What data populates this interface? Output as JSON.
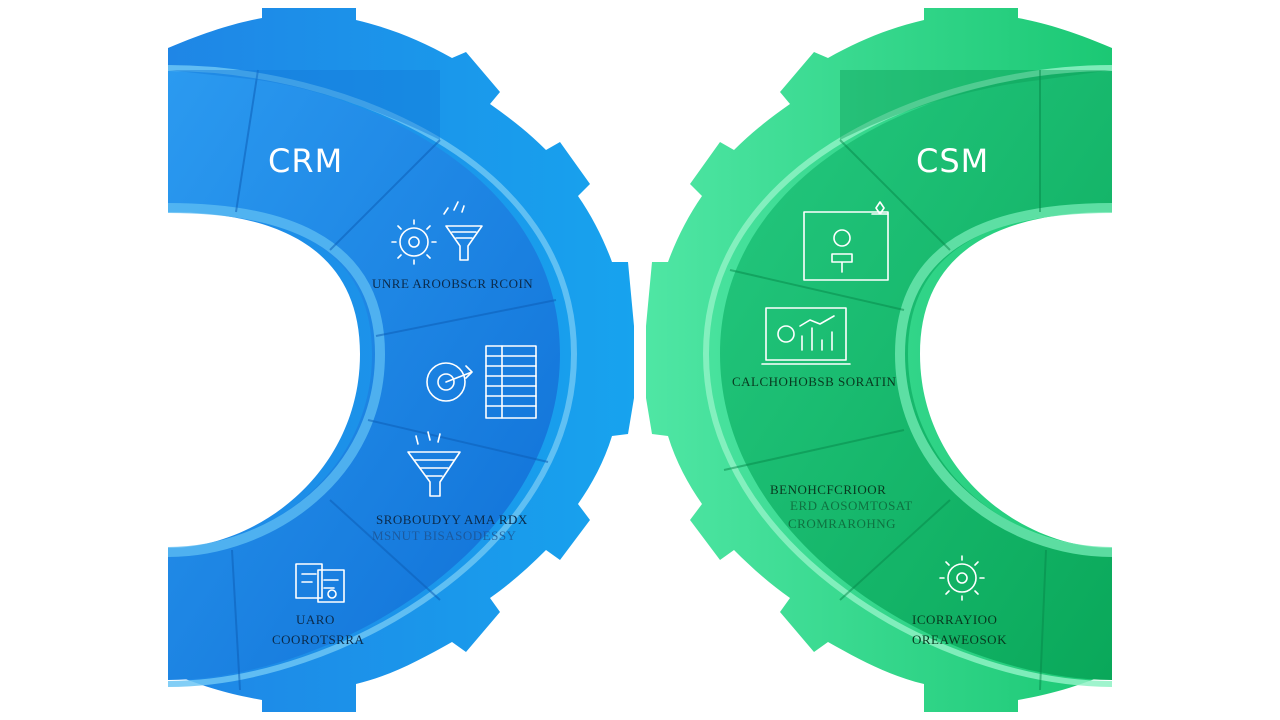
{
  "crm_gear": {
    "title": "CRM",
    "segments": [
      {
        "label": "UNRE AROOBSCR RCOIN",
        "icon": "gear-funnel-icon"
      },
      {
        "label": "",
        "icon": "target-table-icon"
      },
      {
        "label": "SROBOUDYY AMA RDX",
        "sublabel": "MSNUT BISASODESSY",
        "icon": "funnel-icon"
      },
      {
        "label": "UARO",
        "sublabel": "COOROTSRRA",
        "icon": "documents-icon"
      }
    ],
    "colors": {
      "light": "#2aa4ec",
      "dark": "#1677d8",
      "rim": "#6cc6f5"
    }
  },
  "csm_gear": {
    "title": "CSM",
    "segments": [
      {
        "label": "",
        "icon": "presentation-board-icon"
      },
      {
        "label": "CALCHOHOBSB SORATIN",
        "icon": "analytics-dashboard-icon"
      },
      {
        "label": "BENOHCFCRIOOR",
        "sublabel": "ERD AOSOMTOSAT",
        "sublabel2": "CROMRAROHNG",
        "icon": ""
      },
      {
        "label": "ICORRAYIOO",
        "sublabel": "OREAWEOSOK",
        "icon": "gear-icon"
      }
    ],
    "colors": {
      "light": "#45e3a0",
      "dark": "#0fb563",
      "rim": "#8ef2c4"
    }
  }
}
